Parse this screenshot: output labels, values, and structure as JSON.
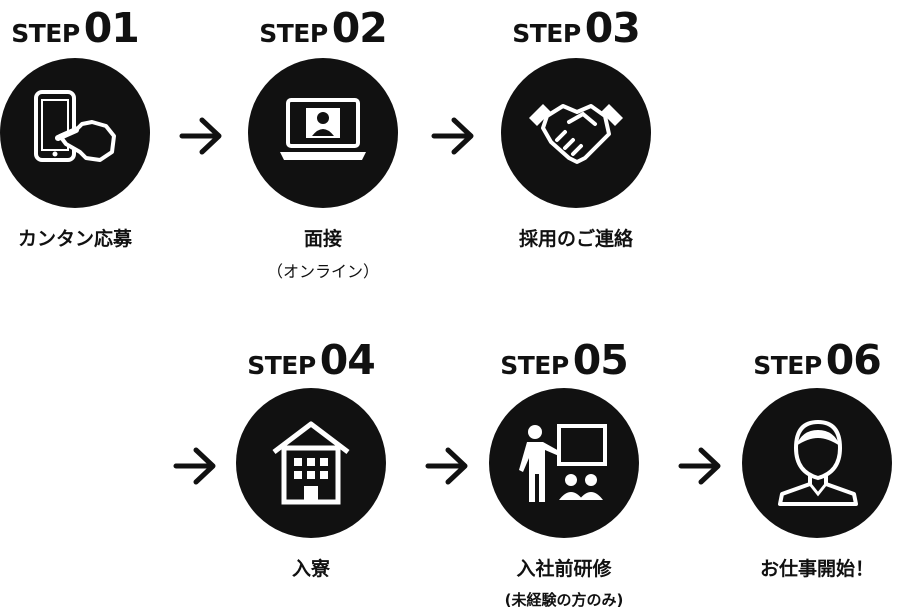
{
  "step_word": "STEP",
  "steps": [
    {
      "number": "01",
      "label": "カンタン応募",
      "sub": ""
    },
    {
      "number": "02",
      "label": "面接",
      "sub": "（オンライン）"
    },
    {
      "number": "03",
      "label": "採用のご連絡",
      "sub": ""
    },
    {
      "number": "04",
      "label": "入寮",
      "sub": ""
    },
    {
      "number": "05",
      "label": "入社前研修",
      "sub": "(未経験の方のみ)"
    },
    {
      "number": "06",
      "label": "お仕事開始！",
      "sub": ""
    }
  ],
  "icons": [
    "smartphone-tap-icon",
    "laptop-video-call-icon",
    "handshake-icon",
    "dormitory-building-icon",
    "training-presenter-icon",
    "worker-person-icon"
  ],
  "colors": {
    "circle": "#111111",
    "text": "#111111",
    "background": "#ffffff"
  }
}
